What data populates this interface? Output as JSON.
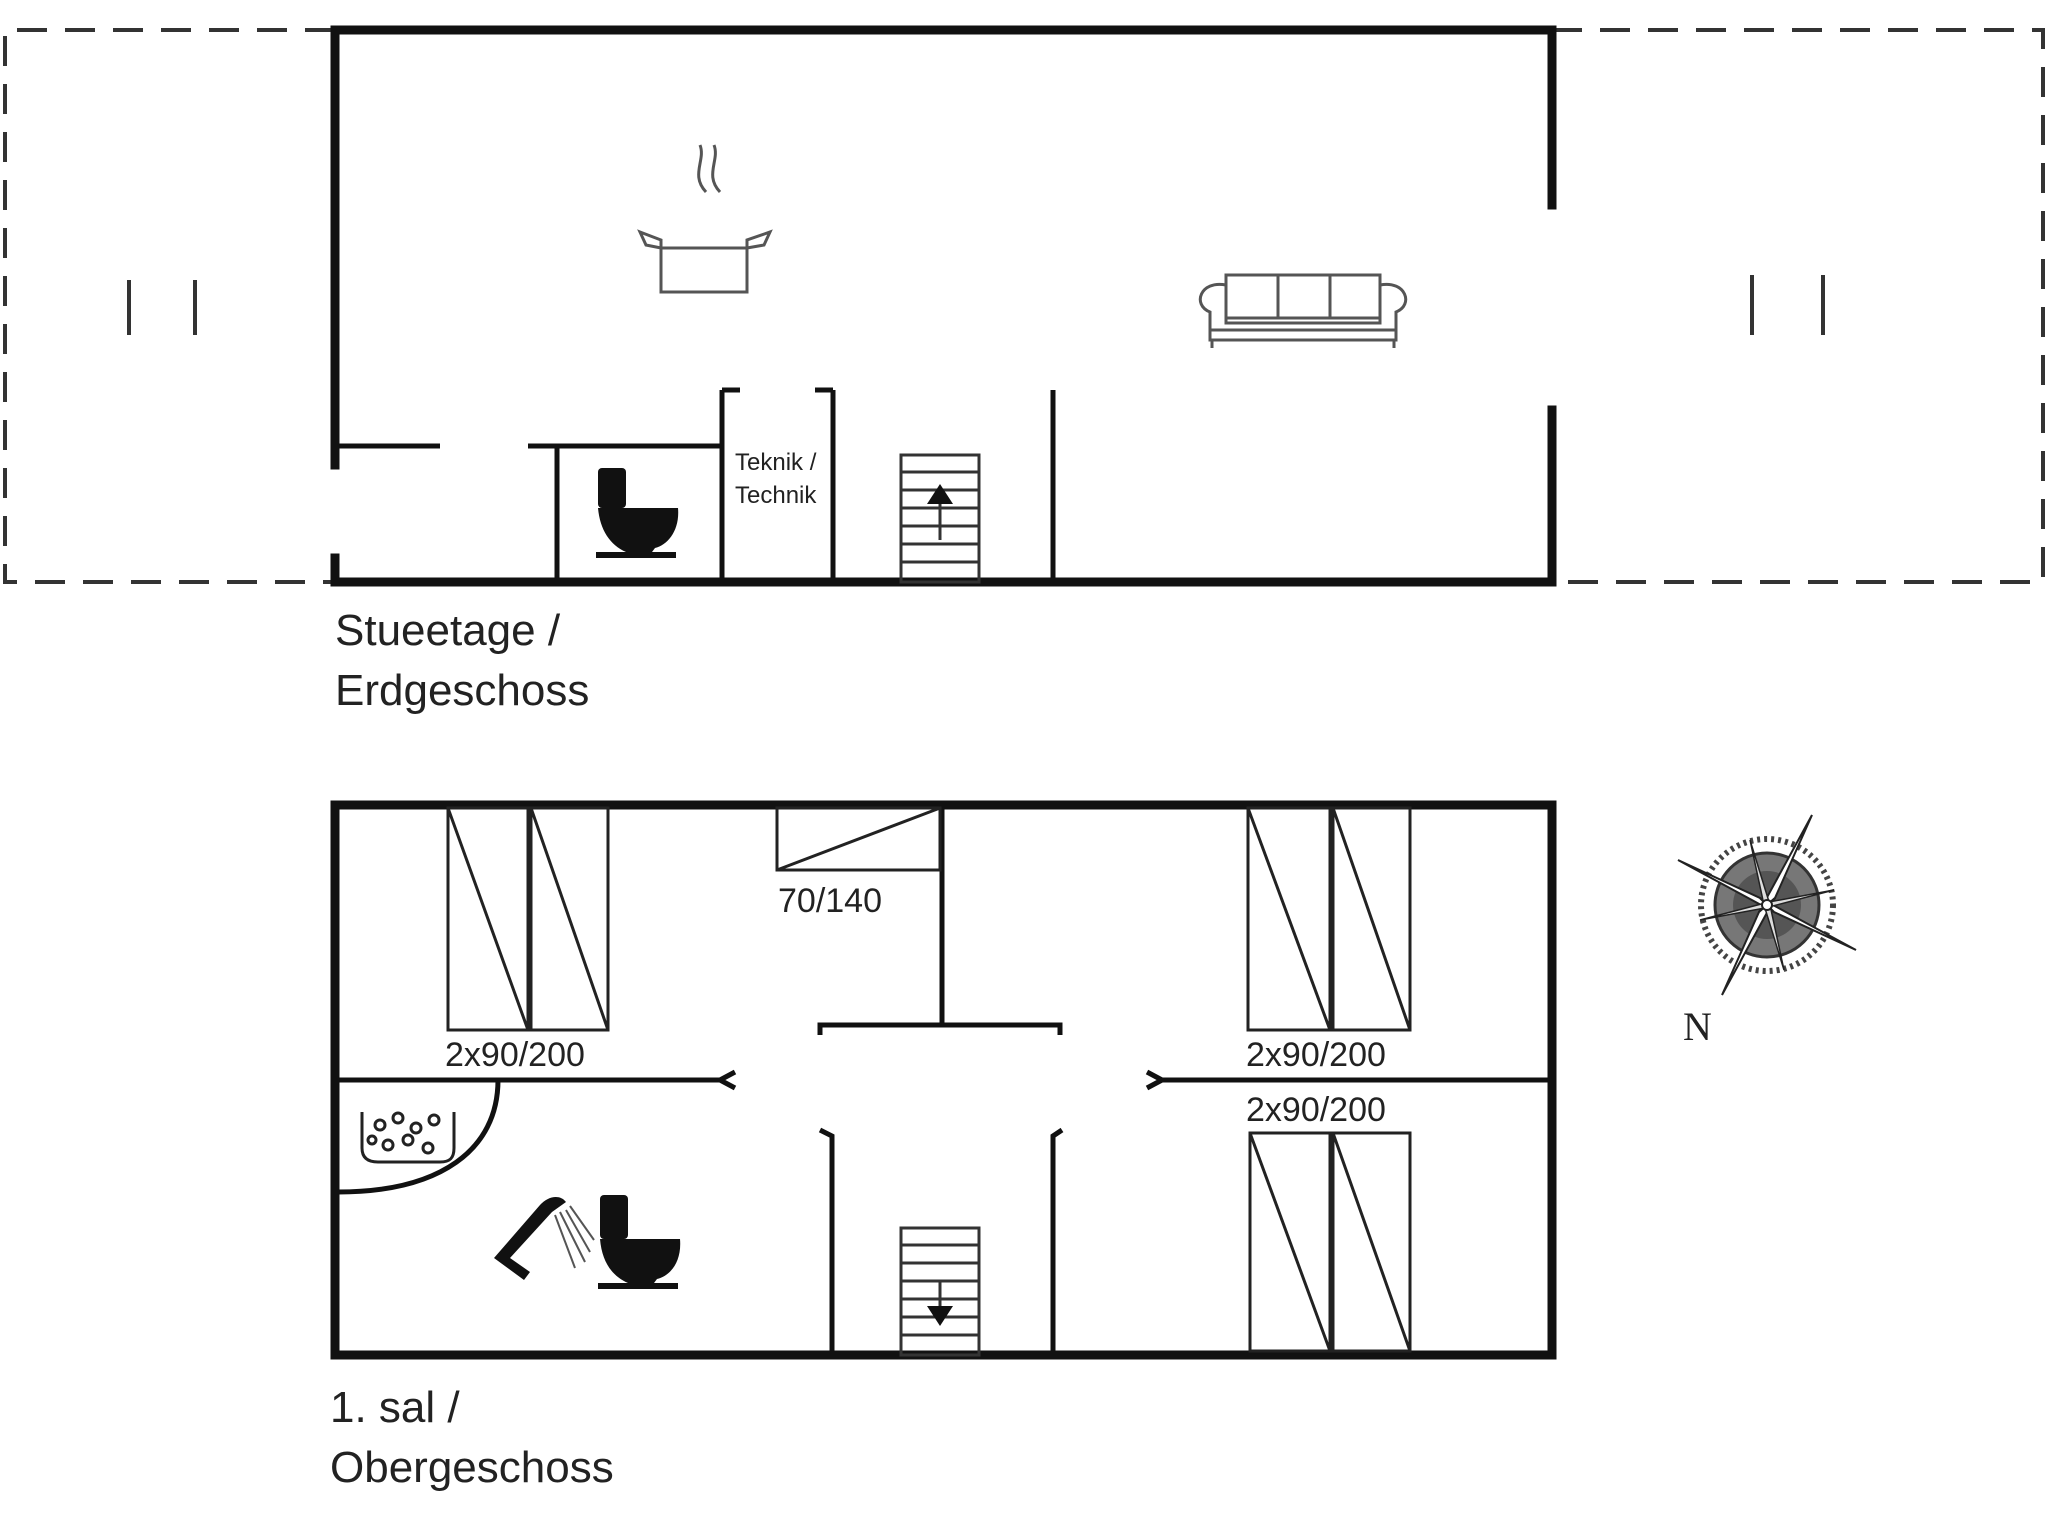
{
  "ground_floor": {
    "label_line1": "Stueetage /",
    "label_line2": "Erdgeschoss",
    "room_teknik_line1": "Teknik /",
    "room_teknik_line2": "Technik",
    "icons": [
      "cooking-pot-icon",
      "sofa-icon",
      "toilet-icon",
      "staircase-up-icon"
    ]
  },
  "upper_floor": {
    "label_line1": "1. sal /",
    "label_line2": "Obergeschoss",
    "bed_sizes": [
      "70/140",
      "2x90/200",
      "2x90/200",
      "2x90/200"
    ],
    "icons": [
      "jacuzzi-icon",
      "shower-icon",
      "toilet-icon",
      "staircase-down-icon"
    ]
  },
  "compass": {
    "north_label": "N"
  }
}
